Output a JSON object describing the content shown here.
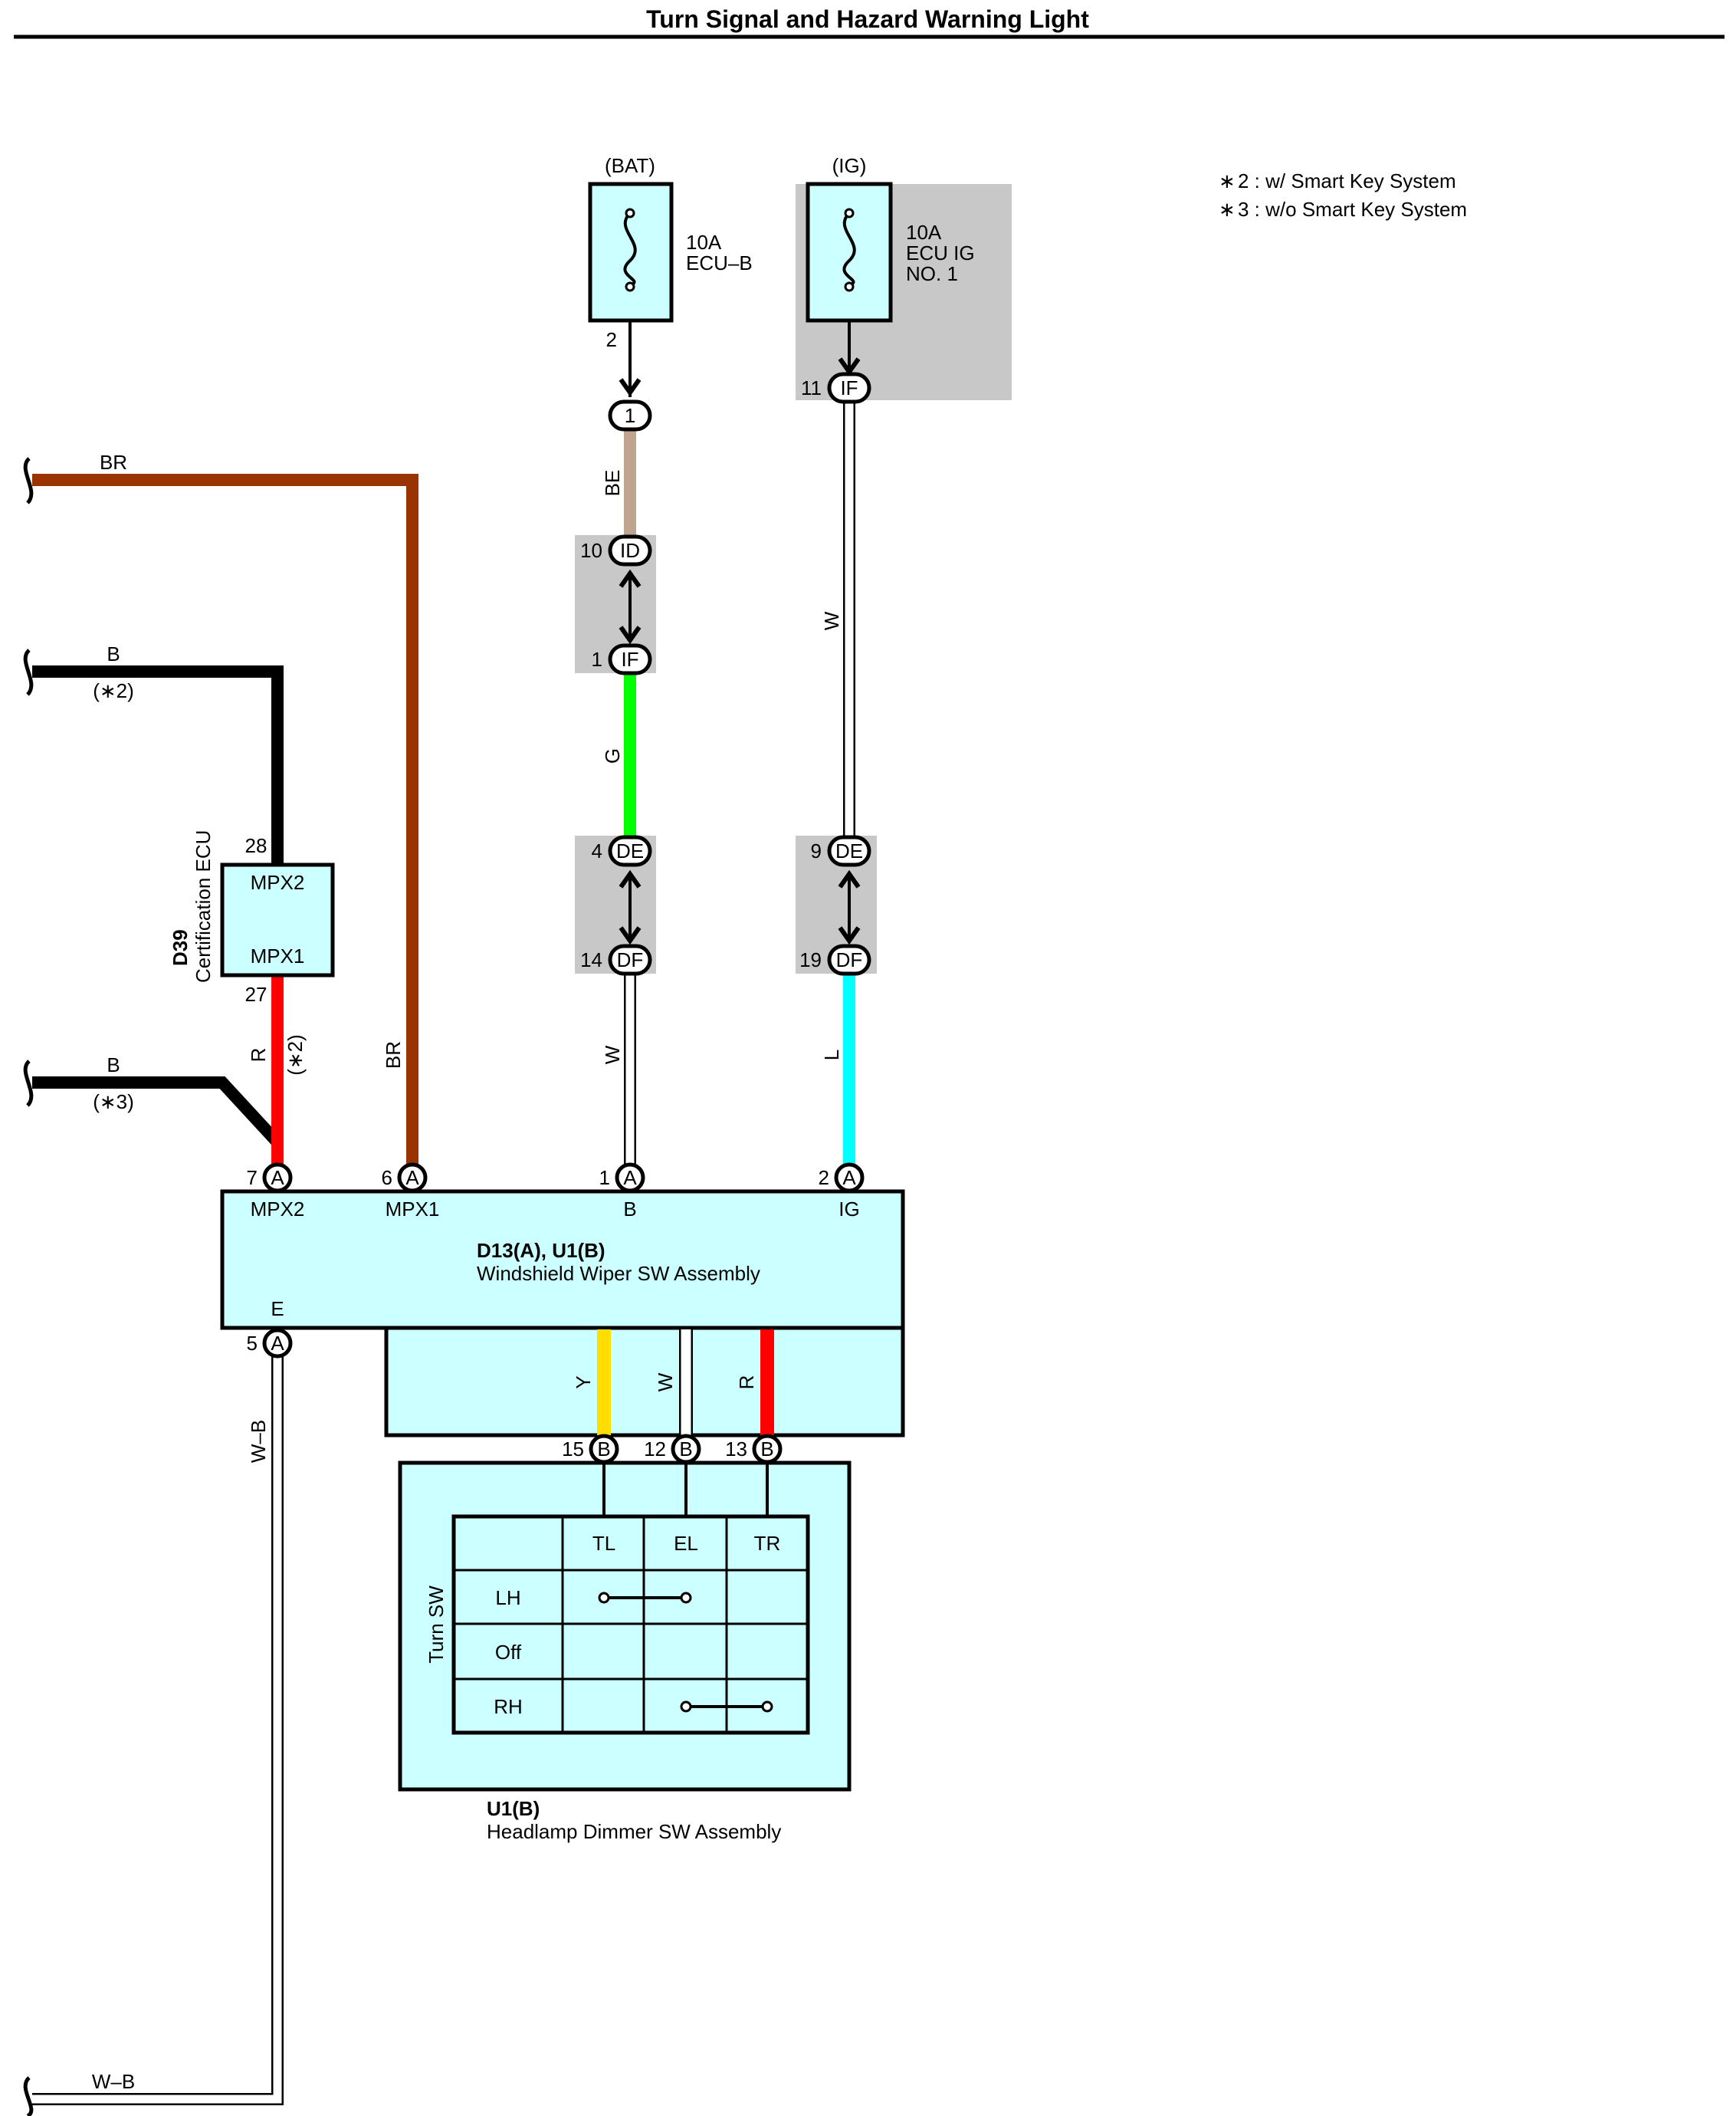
{
  "title": "Turn Signal and Hazard Warning Light",
  "colors": {
    "component_fill": "#ccffff",
    "splice_gray": "#c8c8c8",
    "wire_BR": "#993300",
    "wire_B": "#000000",
    "wire_R": "#ff0000",
    "wire_BE": "#bfa58f",
    "wire_G": "#00ff00",
    "wire_L": "#00ffff",
    "wire_Y": "#ffdd00"
  },
  "notes": {
    "n2": "2 : w/ Smart Key System",
    "n3": "3 : w/o Smart Key System"
  },
  "fuses": {
    "bat": {
      "source": "(BAT)",
      "rating": "10A",
      "name": "ECU–B",
      "pin": "2"
    },
    "ig": {
      "source": "(IG)",
      "rating": "10A",
      "name_l1": "ECU IG",
      "name_l2": "NO. 1"
    }
  },
  "connectors": {
    "c1": "1",
    "id": "ID",
    "id_pin": "10",
    "if1": "IF",
    "if1_pin": "1",
    "if_ig": "IF",
    "if_ig_pin": "11",
    "de1": "DE",
    "de1_pin": "4",
    "df1": "DF",
    "df1_pin": "14",
    "de2": "DE",
    "de2_pin": "9",
    "df2": "DF",
    "df2_pin": "19"
  },
  "wires": {
    "br_top": "BR",
    "b_top": "B",
    "b_top_note": "(∗2)",
    "b_mid": "B",
    "b_mid_note": "(∗3)",
    "wb_bottom": "W–B",
    "be": "BE",
    "w_ig": "W",
    "g": "G",
    "w_b": "W",
    "l": "L",
    "r": "R",
    "r_note": "(∗2)",
    "br_vert": "BR",
    "wb_vert": "W–B",
    "y": "Y",
    "w_mid": "W",
    "r_mid": "R"
  },
  "ecu": {
    "code": "D39",
    "name": "Certification ECU",
    "pin_top": "28",
    "pin_bottom": "27",
    "term_top": "MPX2",
    "term_bottom": "MPX1"
  },
  "wiper": {
    "code": "D13(A), U1(B)",
    "name": "Windshield Wiper SW Assembly",
    "pins": [
      {
        "num": "7",
        "conn": "A",
        "term": "MPX2"
      },
      {
        "num": "6",
        "conn": "A",
        "term": "MPX1"
      },
      {
        "num": "1",
        "conn": "A",
        "term": "B"
      },
      {
        "num": "2",
        "conn": "A",
        "term": "IG"
      }
    ],
    "ground": {
      "num": "5",
      "conn": "A",
      "term": "E"
    },
    "b_pins": [
      {
        "num": "15",
        "conn": "B"
      },
      {
        "num": "12",
        "conn": "B"
      },
      {
        "num": "13",
        "conn": "B"
      }
    ]
  },
  "dimmer": {
    "code": "U1(B)",
    "name": "Headlamp Dimmer SW Assembly",
    "side_label": "Turn SW",
    "cols": [
      "TL",
      "EL",
      "TR"
    ],
    "rows": [
      "LH",
      "Off",
      "RH"
    ]
  }
}
